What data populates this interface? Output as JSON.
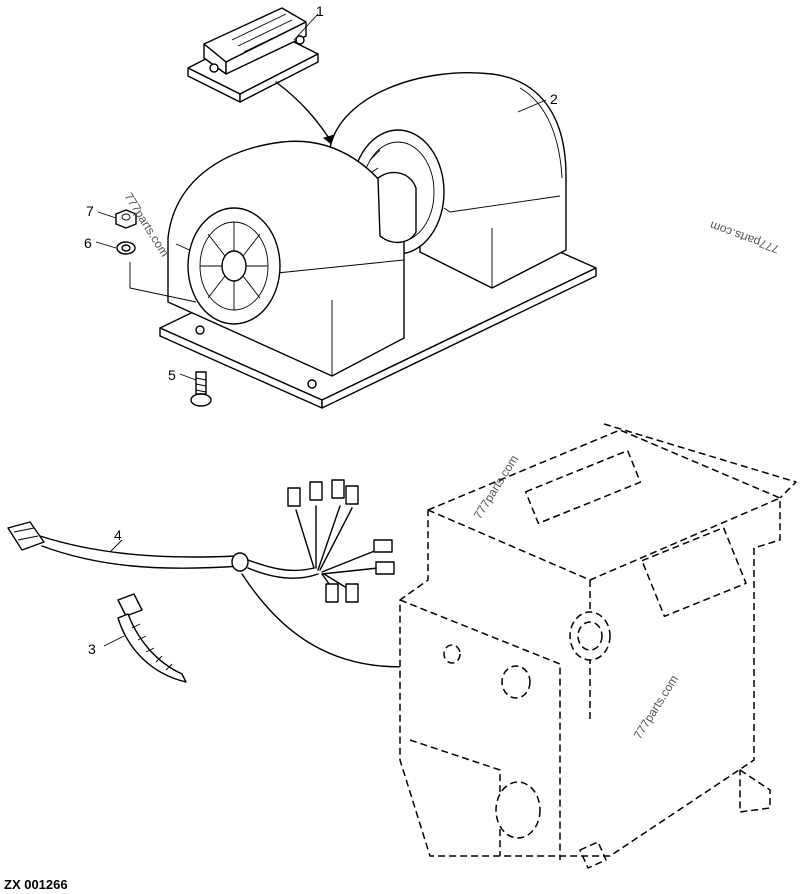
{
  "callouts": {
    "c1": "1",
    "c2": "2",
    "c3": "3",
    "c4": "4",
    "c5": "5",
    "c6": "6",
    "c7": "7"
  },
  "watermarks": {
    "w1": "777parts.com",
    "w2": "777parts.com",
    "w3": "777parts.com",
    "w4": "777parts.com"
  },
  "drawing_code": "ZX 001266"
}
